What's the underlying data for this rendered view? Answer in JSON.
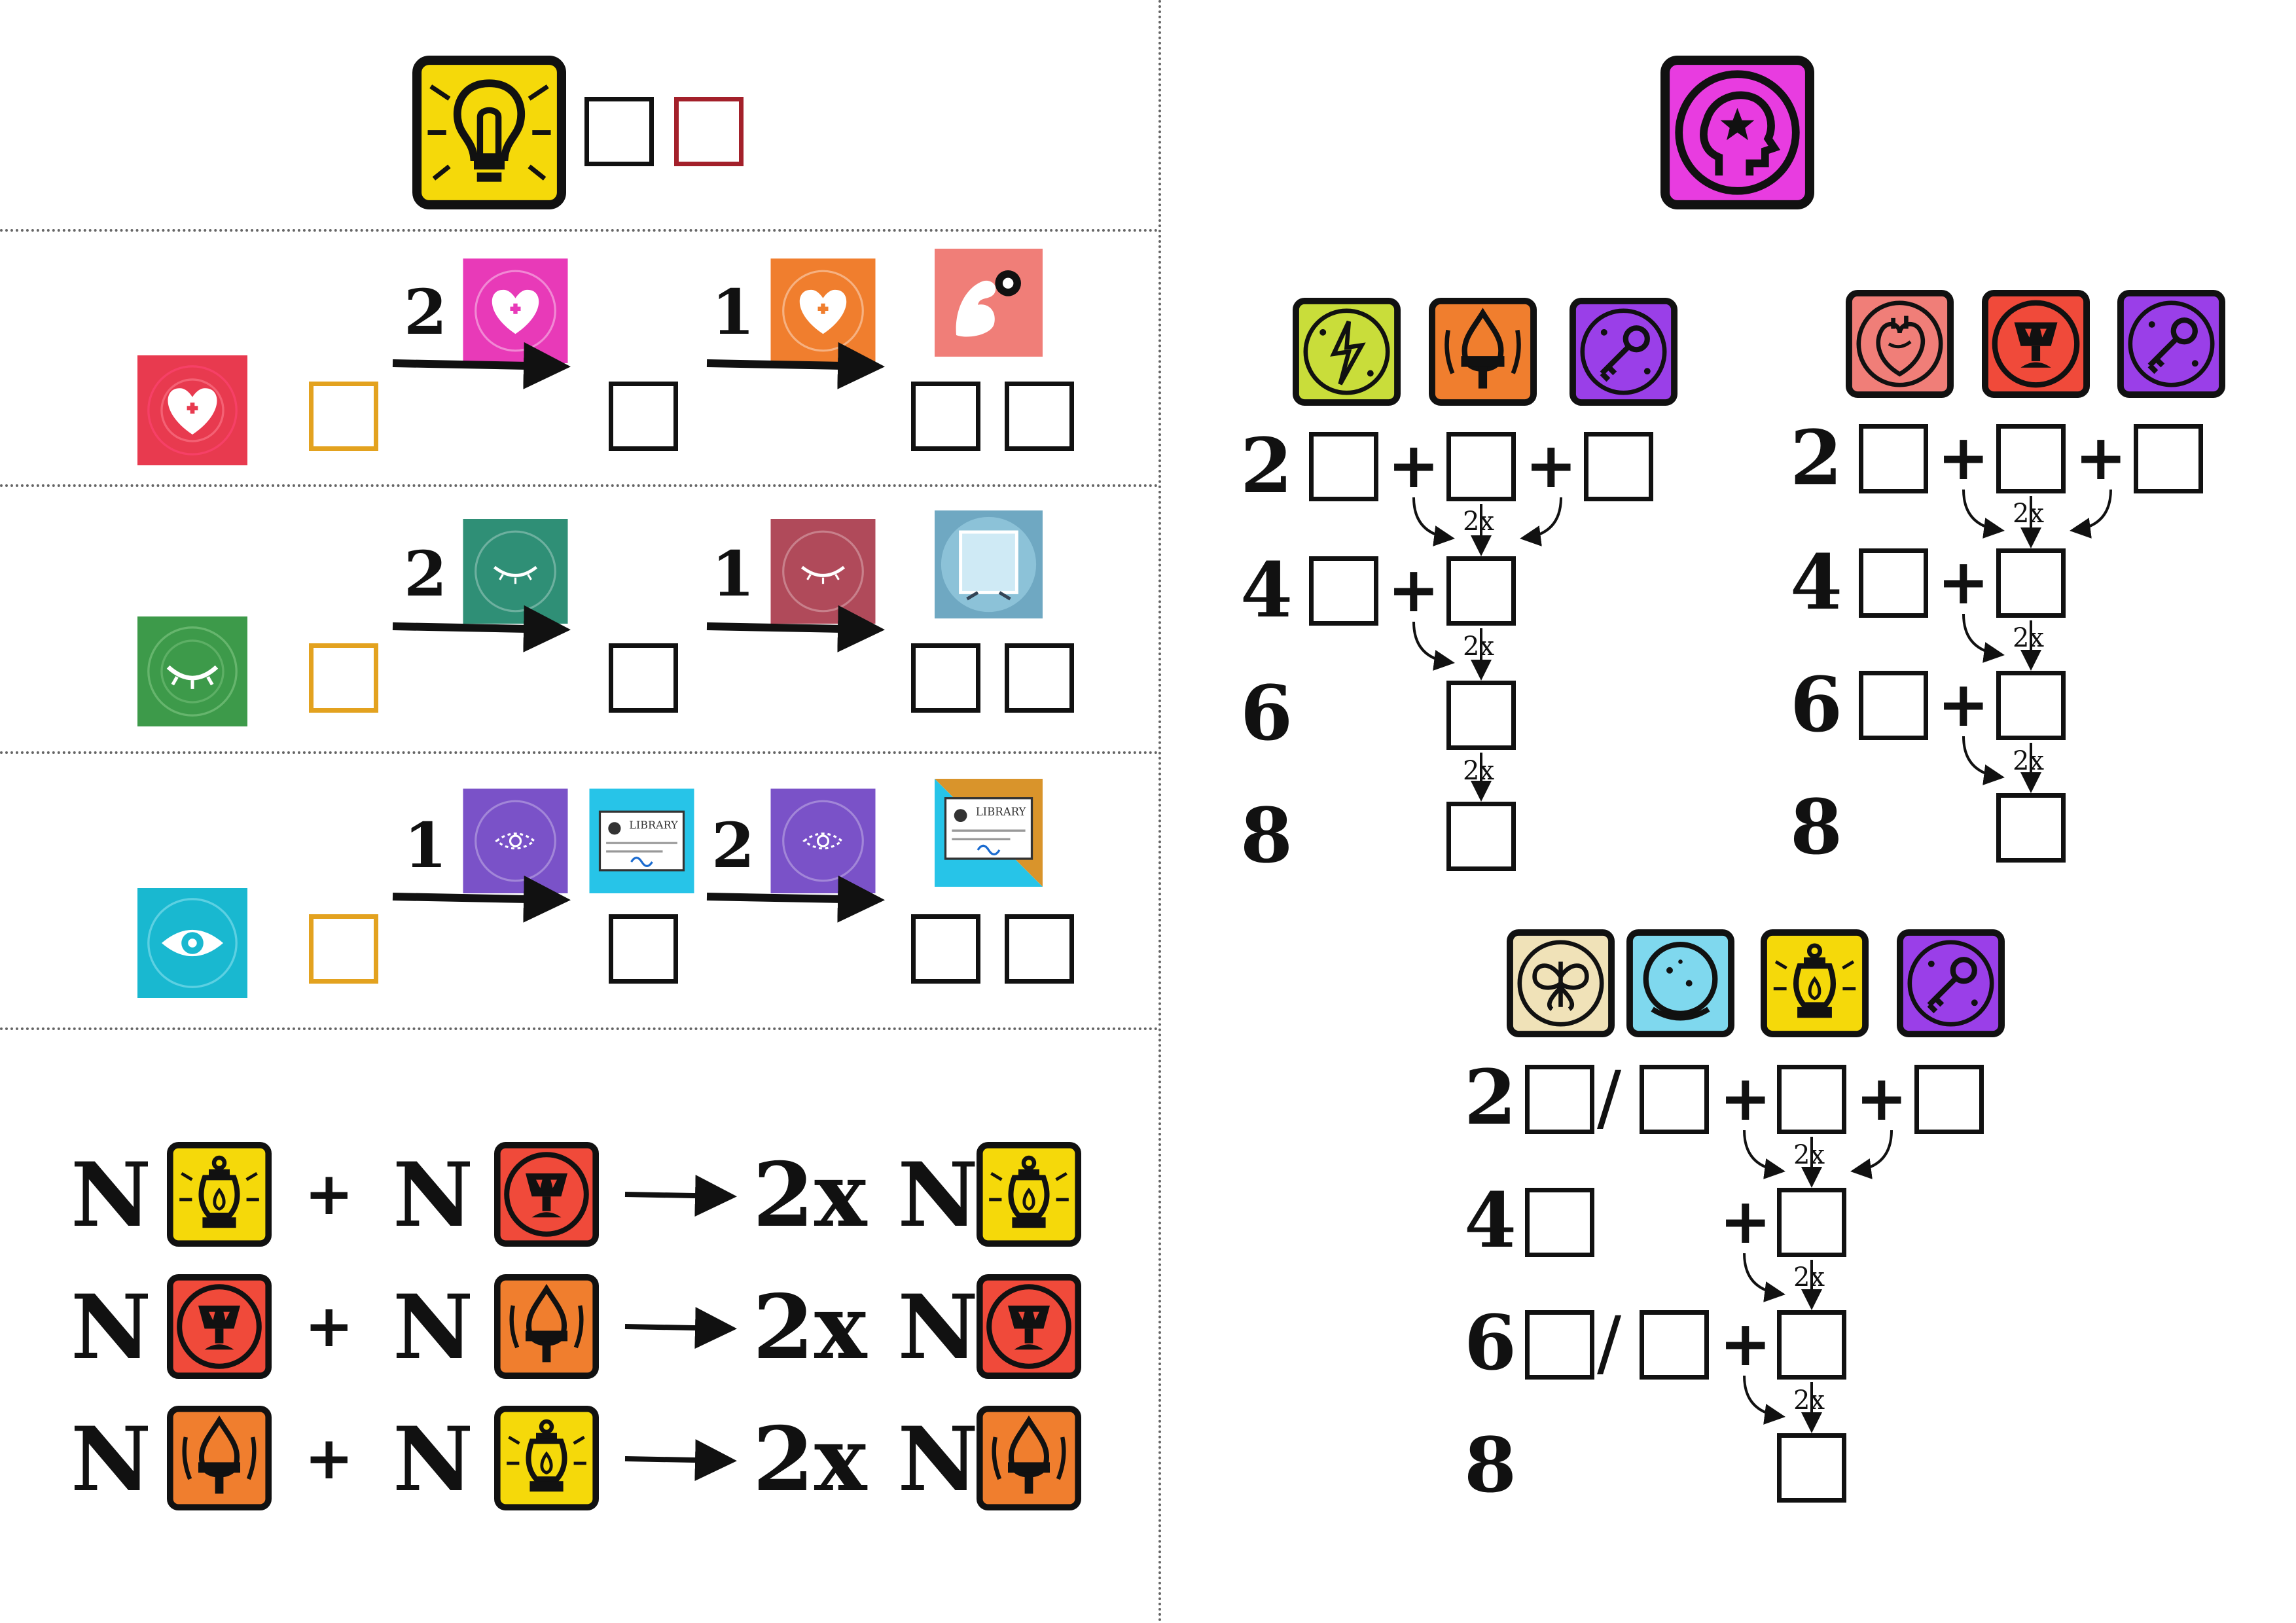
{
  "colors": {
    "ideas": "#f5d90a",
    "mind": "#e83ce0",
    "heart": "#e83a4f",
    "nature": "#3d9a4a",
    "sight": "#19b8d0",
    "forge": "#f07e2e",
    "grail": "#f04a3a",
    "lantern": "#f5d90a",
    "key": "#9a3fe8",
    "lightning": "#c9dd3a",
    "moth": "#f0e2b8",
    "crystal": "#7fd8ee",
    "muscle": "#f07e78"
  },
  "left": {
    "top_icon": "lightbulb-icon",
    "rows": [
      {
        "name": "heart",
        "step1": "2",
        "step2": "1",
        "icon": "heart-plus-icon",
        "result": "muscle-weight-icon"
      },
      {
        "name": "nature",
        "step1": "2",
        "step2": "1",
        "icon": "closed-eye-icon",
        "result": "mirror-icon"
      },
      {
        "name": "sight",
        "step1": "1",
        "step2": "2",
        "icon": "eye-icon",
        "result": "library-card-icon"
      }
    ],
    "recipes": [
      {
        "n1": "N",
        "plus": "+",
        "n2": "N",
        "result": "2x N"
      },
      {
        "n1": "N",
        "plus": "+",
        "n2": "N",
        "result": "2x N"
      },
      {
        "n1": "N",
        "plus": "+",
        "n2": "N",
        "result": "2x N"
      }
    ]
  },
  "right": {
    "top_icon": "head-star-icon",
    "trees": [
      {
        "levels": [
          "2",
          "4",
          "6",
          "8"
        ],
        "plus": "+",
        "mult": "2x"
      },
      {
        "levels": [
          "2",
          "4",
          "6",
          "8"
        ],
        "plus": "+",
        "mult": "2x"
      },
      {
        "levels": [
          "2",
          "4",
          "6",
          "8"
        ],
        "plus": "+",
        "slash": "/",
        "mult": "2x"
      }
    ]
  }
}
